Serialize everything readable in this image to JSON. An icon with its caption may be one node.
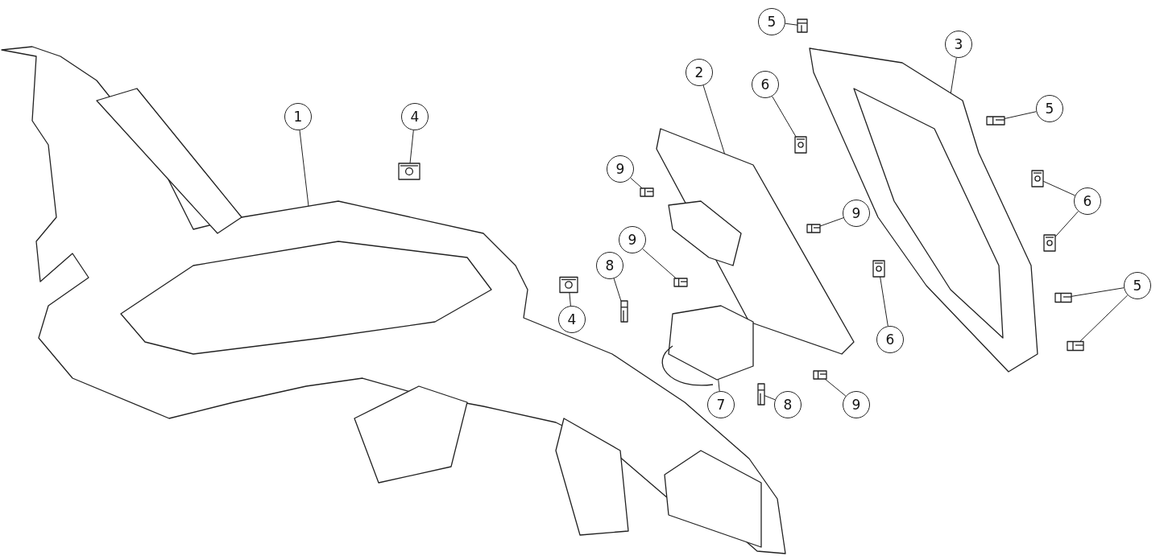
{
  "diagram": {
    "nodes": [
      {
        "text": [
          "5"
        ]
      },
      {
        "text": [
          "3"
        ]
      },
      {
        "text": [
          "2"
        ]
      },
      {
        "text": [
          "6"
        ]
      },
      {
        "text": [
          "5"
        ]
      },
      {
        "text": [
          "1"
        ]
      },
      {
        "text": [
          "4"
        ]
      },
      {
        "text": [
          "9"
        ]
      },
      {
        "text": [
          "6"
        ]
      },
      {
        "text": [
          "9"
        ]
      },
      {
        "text": [
          "9"
        ]
      },
      {
        "text": [
          "8"
        ]
      },
      {
        "text": [
          "5"
        ]
      },
      {
        "text": [
          "4"
        ]
      },
      {
        "text": [
          "6"
        ]
      },
      {
        "text": [
          "7"
        ]
      },
      {
        "text": [
          "8"
        ]
      },
      {
        "text": [
          "9"
        ]
      },
      {
        "text": [],
        "shape": "picture"
      },
      {
        "text": [],
        "shape": "picture"
      },
      {
        "text": [],
        "shape": "picture"
      },
      {
        "text": [],
        "shape": "picture"
      },
      {
        "text": [],
        "shape": "picture"
      },
      {
        "text": [],
        "shape": "picture"
      },
      {
        "text": [],
        "shape": "picture"
      },
      {
        "text": [],
        "shape": "picture"
      },
      {
        "text": [],
        "shape": "picture"
      },
      {
        "text": [],
        "shape": "picture"
      },
      {
        "text": [],
        "shape": "picture"
      },
      {
        "text": [],
        "shape": "picture"
      },
      {
        "text": [],
        "shape": "picture"
      },
      {
        "text": [],
        "shape": "picture"
      },
      {
        "text": [],
        "shape": "picture"
      },
      {
        "text": [],
        "shape": "picture"
      },
      {
        "text": [],
        "shape": "picture"
      },
      {
        "text": [],
        "shape": "picture"
      },
      {
        "text": [],
        "shape": "picture"
      },
      {
        "text": [],
        "shape": "picture"
      }
    ],
    "edges": [
      {
        "from": 0,
        "to": 22,
        "arrow": "none"
      },
      {
        "from": 1,
        "to": 23,
        "arrow": "none"
      },
      {
        "from": 2,
        "to": 20,
        "arrow": "none"
      },
      {
        "from": 3,
        "to": 21,
        "arrow": "none"
      },
      {
        "from": 4,
        "to": 24,
        "arrow": "none"
      },
      {
        "from": 5,
        "to": 18,
        "arrow": "none"
      },
      {
        "from": 6,
        "to": 19,
        "arrow": "none"
      },
      {
        "from": 7,
        "to": 25,
        "arrow": "none"
      },
      {
        "from": 8,
        "to": 26,
        "arrow": "none"
      },
      {
        "from": 8,
        "to": 27,
        "arrow": "none"
      },
      {
        "from": 9,
        "to": 28,
        "arrow": "none"
      },
      {
        "from": 10,
        "to": 29,
        "arrow": "none"
      },
      {
        "from": 11,
        "to": 30,
        "arrow": "none"
      },
      {
        "from": 12,
        "to": 31,
        "arrow": "none"
      },
      {
        "from": 12,
        "to": 32,
        "arrow": "none"
      },
      {
        "from": 13,
        "to": 33,
        "arrow": "none"
      },
      {
        "from": 14,
        "to": 34,
        "arrow": "none"
      },
      {
        "from": 15,
        "to": 35,
        "arrow": "none"
      },
      {
        "from": 16,
        "to": 36,
        "arrow": "none"
      },
      {
        "from": 17,
        "to": 37,
        "arrow": "none"
      }
    ]
  }
}
